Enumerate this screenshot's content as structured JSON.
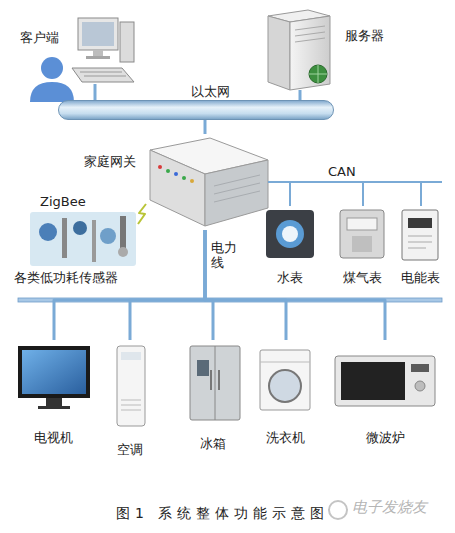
{
  "diagram": {
    "caption": "图1 系统整体功能示意图",
    "nodes": [
      {
        "text": [
          "客户端"
        ]
      },
      {
        "text": [
          "服务器"
        ]
      },
      {
        "text": [
          "以太网"
        ]
      },
      {
        "text": [
          "家庭网关"
        ]
      },
      {
        "text": [
          "各类低功耗传感器"
        ]
      },
      {
        "text": [
          "水表"
        ]
      },
      {
        "text": [
          "煤气表"
        ]
      },
      {
        "text": [
          "电能表"
        ]
      },
      {
        "text": [
          "电视机"
        ]
      },
      {
        "text": [
          "空调"
        ]
      },
      {
        "text": [
          "冰箱"
        ]
      },
      {
        "text": [
          "洗衣机"
        ]
      },
      {
        "text": [
          "微波炉"
        ]
      }
    ],
    "edges": [
      {
        "from": 0,
        "to": 2,
        "arrow": "none"
      },
      {
        "from": 1,
        "to": 2,
        "arrow": "none"
      },
      {
        "from": 3,
        "to": 2,
        "arrow": "none"
      },
      {
        "from": 3,
        "to": 4,
        "arrow": "none"
      },
      {
        "from": 3,
        "to": 5,
        "arrow": "none"
      },
      {
        "from": 3,
        "to": 6,
        "arrow": "none"
      },
      {
        "from": 3,
        "to": 7,
        "arrow": "none"
      },
      {
        "from": 3,
        "to": 8,
        "arrow": "none"
      },
      {
        "from": 3,
        "to": 9,
        "arrow": "none"
      },
      {
        "from": 3,
        "to": 10,
        "arrow": "none"
      },
      {
        "from": 3,
        "to": 11,
        "arrow": "none"
      },
      {
        "from": 3,
        "to": 12,
        "arrow": "none"
      }
    ],
    "labels": [
      "CAN",
      "ZigBee",
      "电力线",
      "电子发烧友"
    ]
  }
}
